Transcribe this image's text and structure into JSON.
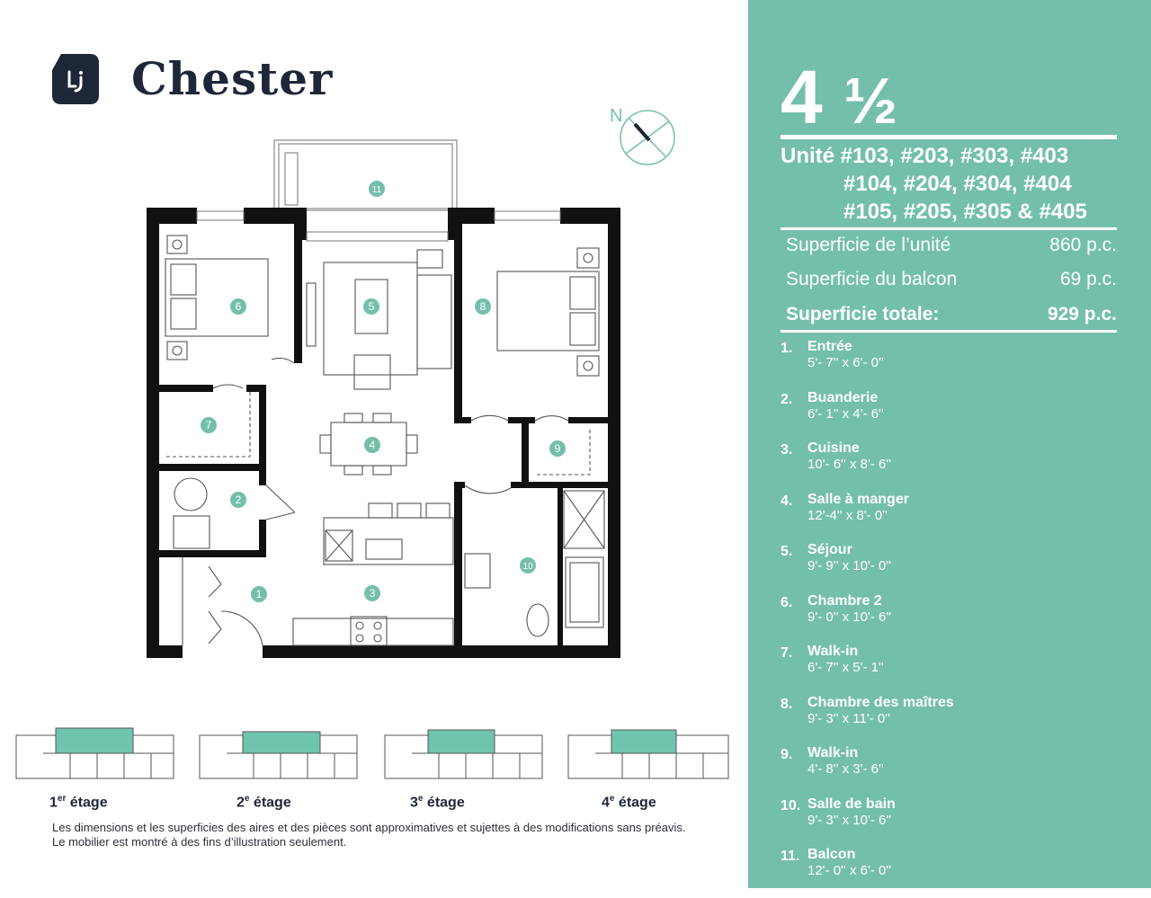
{
  "brand": {
    "name": "Chester"
  },
  "compass": {
    "label": "N"
  },
  "unit": {
    "type_whole": "4",
    "type_fraction": "½",
    "units_line1": "Unité #103, #203, #303, #403",
    "units_line2": "#104, #204, #304, #404",
    "units_line3": "#105, #205, #305 & #405"
  },
  "areas": [
    {
      "label": "Superficie de l’unité",
      "value": "860 p.c."
    },
    {
      "label": "Superficie du balcon",
      "value": "69 p.c."
    },
    {
      "label": "Superficie totale:",
      "value": "929 p.c."
    }
  ],
  "rooms": [
    {
      "num": "1.",
      "name": "Entrée",
      "dim": "5'- 7'' x 6'- 0''"
    },
    {
      "num": "2.",
      "name": "Buanderie",
      "dim": "6'- 1'' x 4'- 6''"
    },
    {
      "num": "3.",
      "name": "Cuisine",
      "dim": "10'- 6'' x 8'- 6''"
    },
    {
      "num": "4.",
      "name": "Salle à manger",
      "dim": "12'-4'' x 8'- 0''"
    },
    {
      "num": "5.",
      "name": "Séjour",
      "dim": "9'- 9'' x 10'- 0''"
    },
    {
      "num": "6.",
      "name": "Chambre 2",
      "dim": "9'- 0'' x 10'- 6''"
    },
    {
      "num": "7.",
      "name": "Walk-in",
      "dim": "6'- 7'' x 5'- 1''"
    },
    {
      "num": "8.",
      "name": "Chambre des maîtres",
      "dim": "9'- 3'' x 11'- 0''"
    },
    {
      "num": "9.",
      "name": "Walk-in",
      "dim": "4'- 8'' x 3'- 6''"
    },
    {
      "num": "10.",
      "name": "Salle de bain",
      "dim": "9'- 3'' x 10'- 6''"
    },
    {
      "num": "11.",
      "name": "Balcon",
      "dim": "12'- 0'' x 6'- 0''"
    }
  ],
  "plan_markers": [
    "1",
    "2",
    "3",
    "4",
    "5",
    "6",
    "7",
    "8",
    "9",
    "10",
    "11"
  ],
  "floors": [
    {
      "num": "1",
      "sup": "er",
      "word": " étage"
    },
    {
      "num": "2",
      "sup": "e",
      "word": " étage"
    },
    {
      "num": "3",
      "sup": "e",
      "word": " étage"
    },
    {
      "num": "4",
      "sup": "e",
      "word": " étage"
    }
  ],
  "disclaimer": "Les dimensions et les superficies des aires et des pièces sont approximatives et sujettes à des modifications sans préavis. Le mobilier est montré à des fins d’illustration seulement.",
  "colors": {
    "accent": "#74bfab",
    "wall": "#111111",
    "text": "#1e2738",
    "highlight": "#6fc4ad"
  }
}
